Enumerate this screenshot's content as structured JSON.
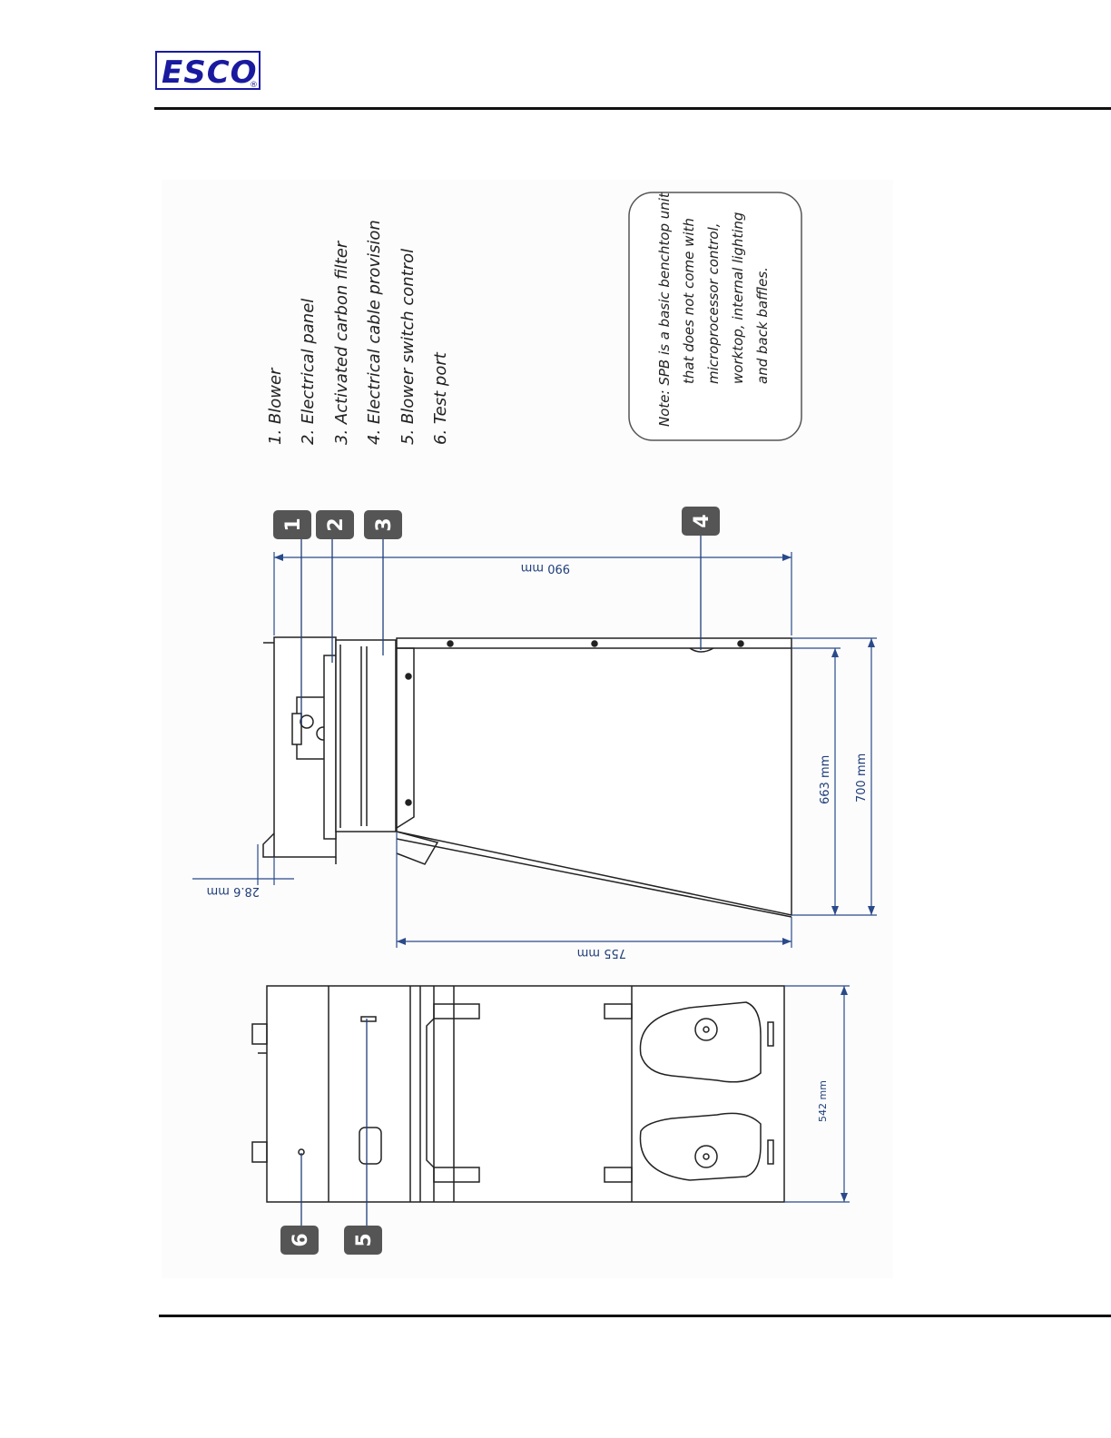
{
  "header": {
    "logo_text": "ESCO",
    "logo_registered": "®"
  },
  "legend": {
    "items": [
      "1. Blower",
      "2. Electrical panel",
      "3. Activated carbon filter",
      "4. Electrical cable provision",
      "5. Blower switch control",
      "6. Test port"
    ]
  },
  "note": {
    "lines": [
      "Note:  SPB is a basic benchtop unit",
      "that does not come with",
      "microprocessor control,",
      "worktop, internal lighting",
      "and back baffles."
    ]
  },
  "dimensions": {
    "total_width": "990 mm",
    "depth": "755 mm",
    "inner_height": "663 mm",
    "outer_height": "700 mm",
    "offset": "28.6 mm",
    "depth_front": "542 mm"
  },
  "callouts": [
    "1",
    "2",
    "3",
    "4",
    "5",
    "6"
  ],
  "colors": {
    "logo_blue": "#1a1aa0",
    "dimension_blue": "#1f3e7a",
    "callout_bg": "#555555"
  }
}
